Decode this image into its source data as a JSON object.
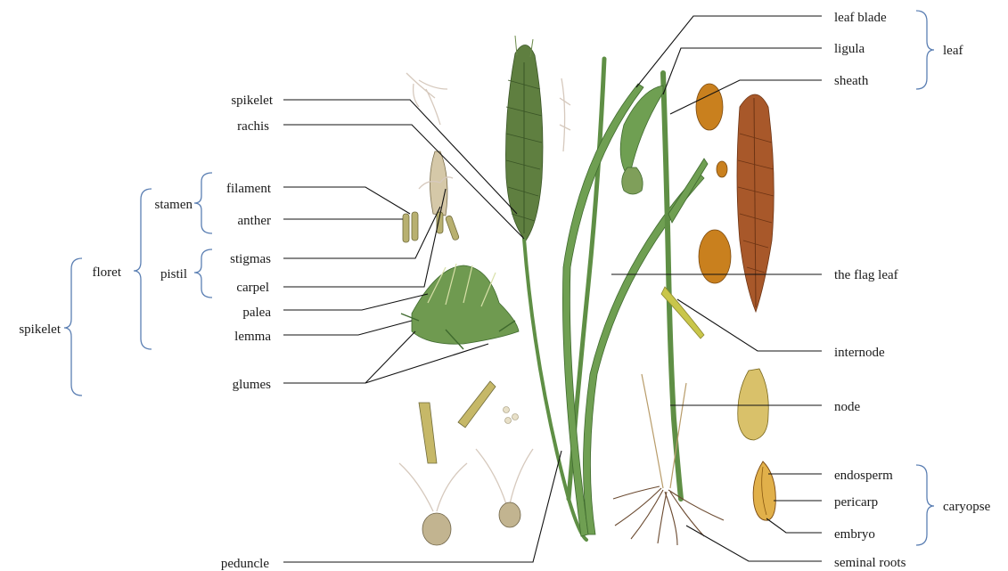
{
  "labels": {
    "leaf_blade": "leaf blade",
    "ligula": "ligula",
    "sheath": "sheath",
    "leaf": "leaf",
    "spikelet_top": "spikelet",
    "rachis": "rachis",
    "filament": "filament",
    "stamen": "stamen",
    "anther": "anther",
    "floret": "floret",
    "stigmas": "stigmas",
    "pistil": "pistil",
    "spikelet_group": "spikelet",
    "carpel": "carpel",
    "palea": "palea",
    "lemma": "lemma",
    "glumes": "glumes",
    "the_flag_leaf": "the flag leaf",
    "internode": "internode",
    "node": "node",
    "endosperm": "endosperm",
    "pericarp": "pericarp",
    "caryopse": "caryopse",
    "embryo": "embryo",
    "peduncle": "peduncle",
    "seminal_roots": "seminal roots"
  },
  "colors": {
    "leader_line": "#111111",
    "brace": "#5b7fb3",
    "stem_green": "#5f8f45",
    "ear_brown": "#a8582a",
    "grain_gold": "#c9801e"
  }
}
